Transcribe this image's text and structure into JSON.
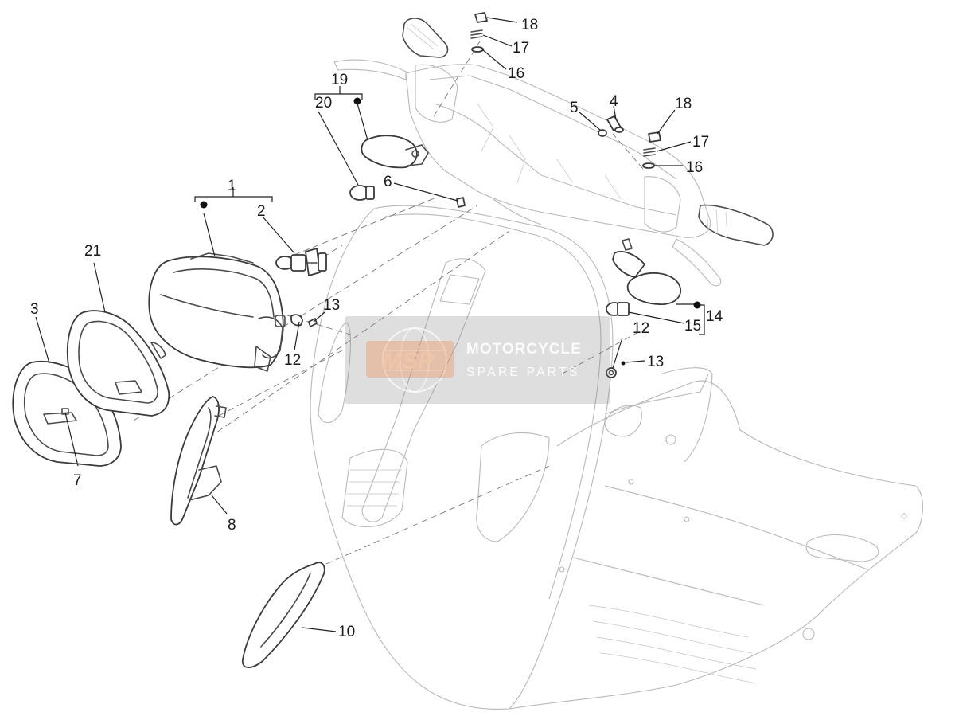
{
  "labels": {
    "l1": "1",
    "l2": "2",
    "l3": "3",
    "l4": "4",
    "l5": "5",
    "l6": "6",
    "l7": "7",
    "l8": "8",
    "l10": "10",
    "l12a": "12",
    "l12b": "12",
    "l13a": "13",
    "l13b": "13",
    "l14": "14",
    "l15": "15",
    "l16a": "16",
    "l16b": "16",
    "l17a": "17",
    "l17b": "17",
    "l18a": "18",
    "l18b": "18",
    "l19": "19",
    "l20": "20",
    "l21": "21"
  },
  "watermark": {
    "logo": "MSP",
    "title": "MOTORCYCLE",
    "subtitle": "SPARE PARTS"
  }
}
